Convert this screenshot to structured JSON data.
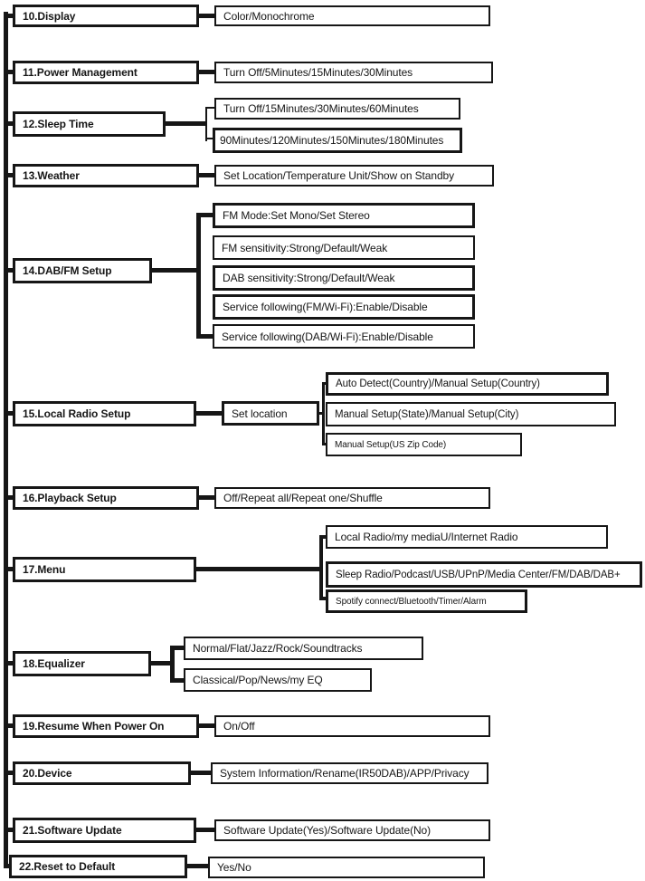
{
  "diagram_title": "settings-menu-tree",
  "colors": {
    "line": "#161616",
    "background": "#ffffff"
  },
  "tree": {
    "items": [
      {
        "label": "10.Display",
        "options": [
          "Color/Monochrome"
        ]
      },
      {
        "label": "11.Power Management",
        "options": [
          "Turn Off/5Minutes/15Minutes/30Minutes"
        ]
      },
      {
        "label": "12.Sleep Time",
        "options": [
          "Turn Off/15Minutes/30Minutes/60Minutes",
          "90Minutes/120Minutes/150Minutes/180Minutes"
        ]
      },
      {
        "label": "13.Weather",
        "options": [
          "Set Location/Temperature Unit/Show on Standby"
        ]
      },
      {
        "label": "14.DAB/FM Setup",
        "options": [
          "FM Mode:Set Mono/Set Stereo",
          "FM sensitivity:Strong/Default/Weak",
          "DAB sensitivity:Strong/Default/Weak",
          "Service following(FM/Wi-Fi):Enable/Disable",
          "Service following(DAB/Wi-Fi):Enable/Disable"
        ]
      },
      {
        "label": "15.Local Radio Setup",
        "intermediate": "Set location",
        "options": [
          "Auto Detect(Country)/Manual Setup(Country)",
          "Manual Setup(State)/Manual Setup(City)",
          "Manual Setup(US Zip Code)"
        ]
      },
      {
        "label": "16.Playback Setup",
        "options": [
          "Off/Repeat all/Repeat one/Shuffle"
        ]
      },
      {
        "label": "17.Menu",
        "options": [
          "Local Radio/my mediaU/Internet Radio",
          "Sleep Radio/Podcast/USB/UPnP/Media Center/FM/DAB/DAB+",
          "Spotify connect/Bluetooth/Timer/Alarm"
        ]
      },
      {
        "label": "18.Equalizer",
        "options": [
          "Normal/Flat/Jazz/Rock/Soundtracks",
          "Classical/Pop/News/my EQ"
        ]
      },
      {
        "label": "19.Resume When Power On",
        "options": [
          "On/Off"
        ]
      },
      {
        "label": "20.Device",
        "options": [
          "System Information/Rename(IR50DAB)/APP/Privacy"
        ]
      },
      {
        "label": "21.Software Update",
        "options": [
          "Software Update(Yes)/Software Update(No)"
        ]
      },
      {
        "label": "22.Reset to Default",
        "options": [
          "Yes/No"
        ]
      }
    ]
  }
}
